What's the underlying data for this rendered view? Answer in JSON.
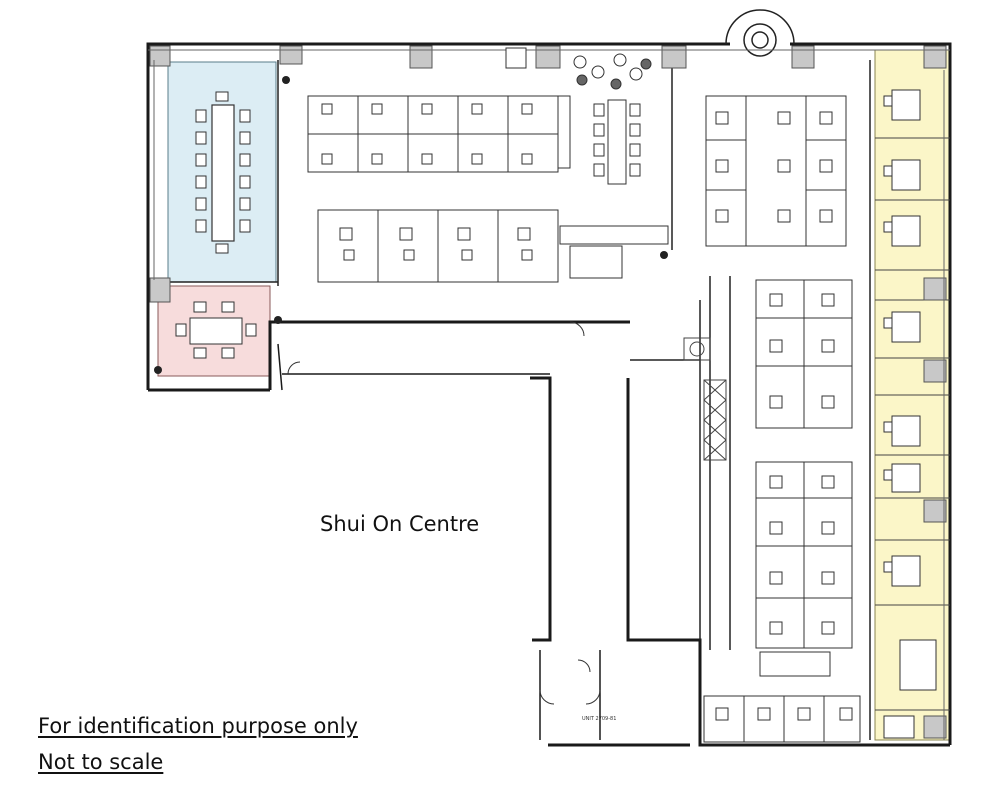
{
  "plan": {
    "building_label": "Shui On Centre",
    "notes": [
      "For identification purpose only",
      "Not to scale"
    ],
    "unit_label": "UNIT 2709-81",
    "colors": {
      "meeting_room_blue": "#dcedf4",
      "meeting_room_pink": "#f7dcdc",
      "offices_yellow": "#fbf6c8",
      "wall": "#1a1a1a",
      "column": "#c8c8c8"
    }
  }
}
